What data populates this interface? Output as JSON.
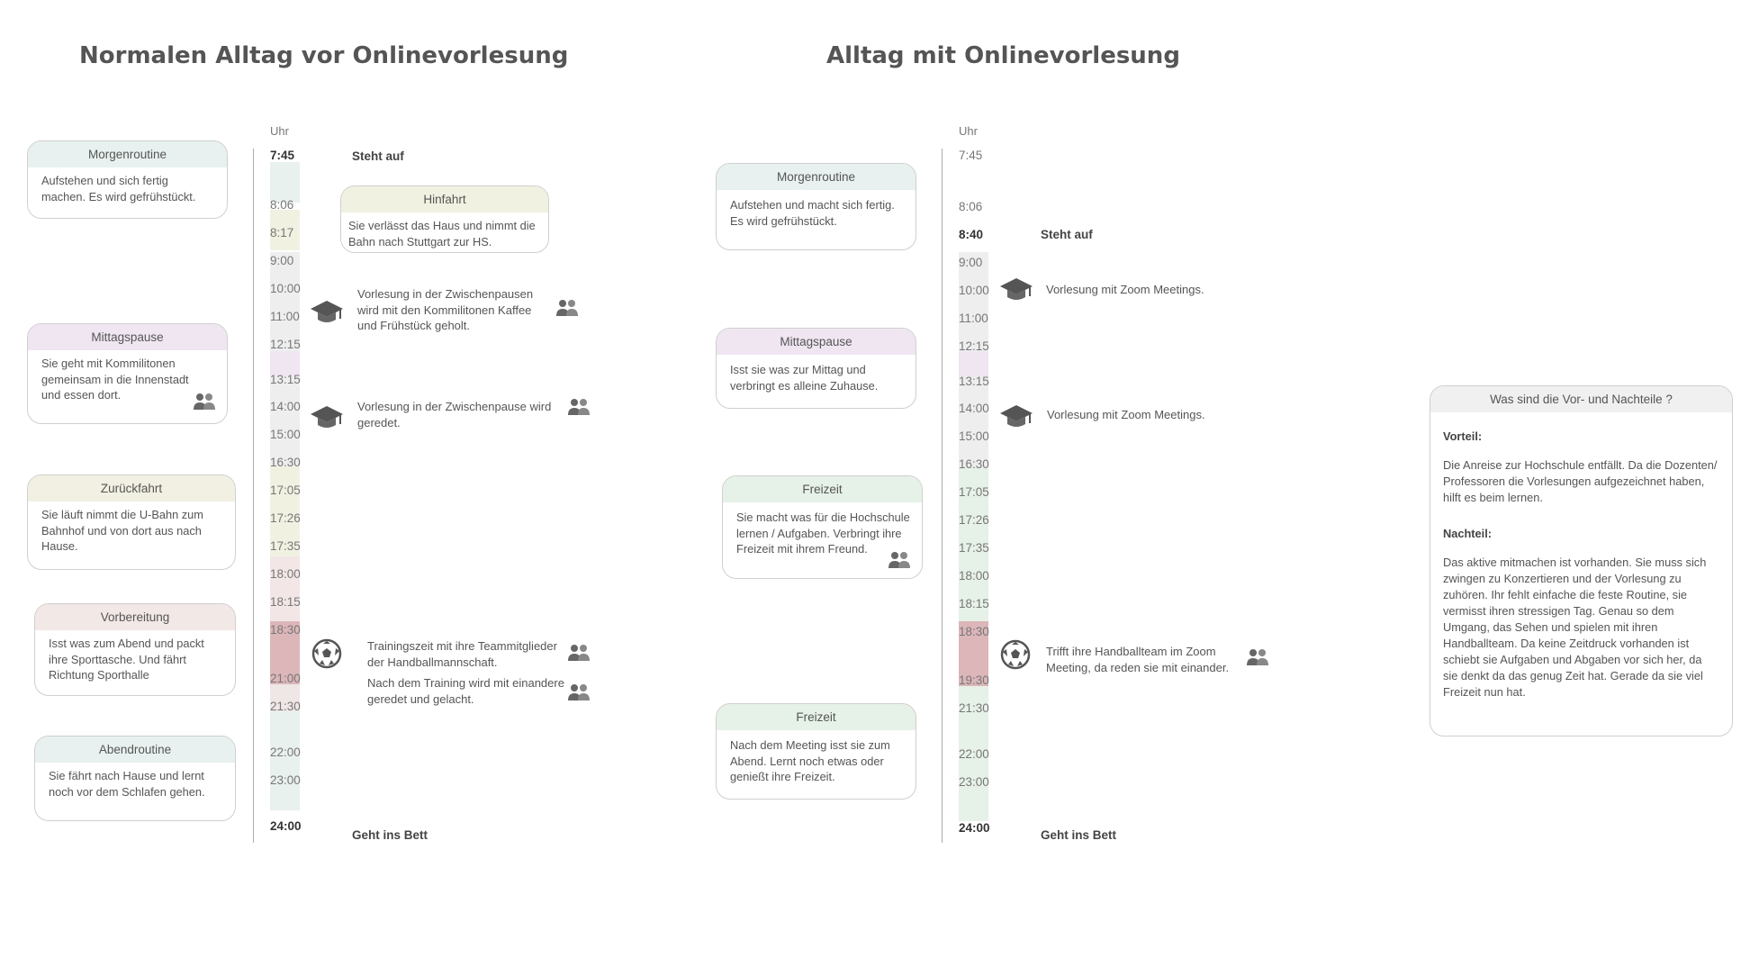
{
  "titles": {
    "left": "Normalen Alltag vor Onlinevorlesung",
    "right": "Alltag mit Onlinevorlesung"
  },
  "left": {
    "uhr": "Uhr",
    "times": [
      "7:45",
      "8:06",
      "8:17",
      "9:00",
      "10:00",
      "11:00",
      "12:15",
      "13:15",
      "14:00",
      "15:00",
      "16:30",
      "17:05",
      "17:26",
      "17:35",
      "18:00",
      "18:15",
      "18:30",
      "21:00",
      "21:30",
      "22:00",
      "23:00",
      "24:00"
    ],
    "markers": {
      "wake": "Steht auf",
      "sleep": "Geht ins Bett"
    },
    "cards": [
      {
        "title": "Morgenroutine",
        "text": "Aufstehen und sich fertig machen. Es wird gefrühstückt.",
        "color": "#e8f1ef"
      },
      {
        "title": "Hinfahrt",
        "text": "Sie verlässt das Haus und nimmt die Bahn nach Stuttgart zur HS.",
        "color": "#f1f1e2"
      },
      {
        "title": "Mittagspause",
        "text": "Sie geht mit Kommilitonen gemeinsam in die Innenstadt und essen dort.",
        "color": "#efe6f2"
      },
      {
        "title": "Zurückfahrt",
        "text": "Sie läuft nimmt die U-Bahn zum Bahnhof und von dort aus nach Hause.",
        "color": "#f1f0e2"
      },
      {
        "title": "Vorbereitung",
        "text": "Isst was zum Abend und packt ihre Sporttasche. Und fährt Richtung Sporthalle",
        "color": "#f2e8e6"
      },
      {
        "title": "Abendroutine",
        "text": "Sie fährt nach Hause und lernt noch vor dem Schlafen gehen.",
        "color": "#e8f1ef"
      }
    ],
    "events": [
      "Vorlesung in der Zwischenpausen wird mit den Kommilitonen Kaffee und Frühstück geholt.",
      "Vorlesung in der Zwischenpause wird geredet.",
      "Trainingszeit mit ihre Teammitglieder der Handballmannschaft.",
      "Nach dem Training wird mit einandere geredet und gelacht."
    ]
  },
  "right": {
    "uhr": "Uhr",
    "times": [
      "7:45",
      "8:06",
      "8:40",
      "9:00",
      "10:00",
      "11:00",
      "12:15",
      "13:15",
      "14:00",
      "15:00",
      "16:30",
      "17:05",
      "17:26",
      "17:35",
      "18:00",
      "18:15",
      "18:30",
      "19:30",
      "21:30",
      "22:00",
      "23:00",
      "24:00"
    ],
    "markers": {
      "wake": "Steht auf",
      "sleep": "Geht ins Bett"
    },
    "cards": [
      {
        "title": "Morgenroutine",
        "text": "Aufstehen und macht sich fertig. Es wird gefrühstückt.",
        "color": "#e8f1ef"
      },
      {
        "title": "Mittagspause",
        "text": "Isst sie was zur Mittag und verbringt es alleine Zuhause.",
        "color": "#efe6f2"
      },
      {
        "title": "Freizeit",
        "text": "Sie macht was für die Hochschule lernen / Aufgaben. Verbringt ihre Freizeit mit ihrem Freund.",
        "color": "#e6f1e7"
      },
      {
        "title": "Freizeit",
        "text": "Nach dem Meeting isst sie zum Abend. Lernt noch etwas oder genießt ihre Freizeit.",
        "color": "#e6f1e7"
      }
    ],
    "events": [
      "Vorlesung mit Zoom Meetings.",
      "Vorlesung mit Zoom Meetings.",
      "Trifft ihre Handballteam im Zoom Meeting, da reden sie mit einander."
    ]
  },
  "proscons": {
    "title": "Was sind die Vor- und Nachteile ?",
    "vorteil_label": "Vorteil:",
    "vorteil_text": "Die Anreise zur Hochschule entfällt. Da die Dozenten/ Professoren die Vorlesungen aufgezeichnet haben, hilft es beim lernen.",
    "nachteil_label": "Nachteil:",
    "nachteil_text": "Das aktive mitmachen ist vorhanden. Sie muss sich zwingen zu Konzertieren und der Vorlesung zu zuhören. Ihr fehlt einfache die feste Routine, sie vermisst ihren stressigen Tag. Genau so dem Umgang, das Sehen und spielen mit ihren Handballteam. Da keine Zeitdruck vorhanden ist schiebt sie Aufgaben und Abgaben vor sich her, da sie denkt da das genug Zeit hat. Gerade da sie viel Freizeit nun hat."
  },
  "icons": [
    "graduation-cap-icon",
    "people-icon",
    "handball-icon"
  ]
}
